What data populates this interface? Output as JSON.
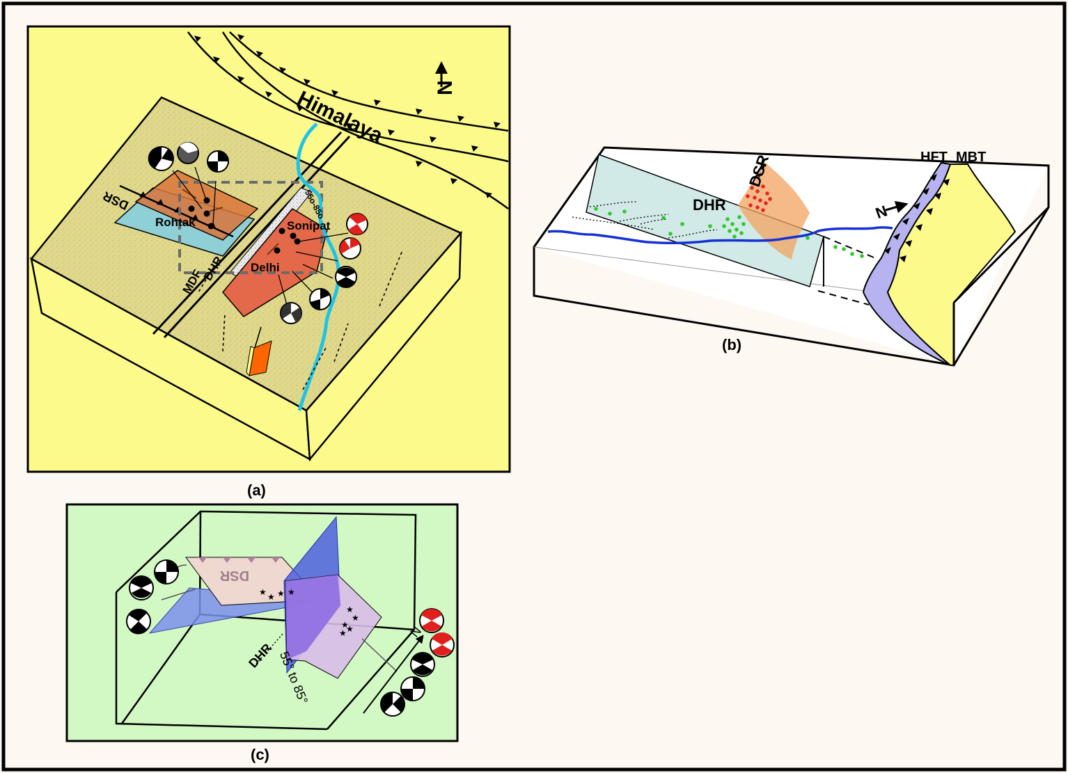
{
  "figure": {
    "panel_a": {
      "caption": "(a)",
      "labels": {
        "himalaya": "Himalaya",
        "north": "N",
        "dsr": "DSR",
        "rohtak": "Rohtak",
        "sonipat": "Sonipat",
        "delhi": "Delhi",
        "mdf": "MDF",
        "dhr": "DHR",
        "dip_range": "55o-85o"
      }
    },
    "panel_b": {
      "caption": "(b)",
      "labels": {
        "hft": "HFT",
        "mbt": "MBT",
        "dsr": "DSR",
        "dhr": "DHR",
        "north": "N"
      }
    },
    "panel_c": {
      "caption": "(c)",
      "labels": {
        "dsr": "DSR",
        "dhr": "DHR",
        "dip": "55° to 85°",
        "north": "N"
      }
    },
    "colors": {
      "panel_a_bg": "#fdfa8c",
      "panel_c_bg": "#d2f8c4",
      "river_a": "#1ec4e6",
      "river_b": "#1530d6",
      "dsr_plane": "#d9743a",
      "dhr_plane": "#e4694a",
      "teal_plane": "#8fd0d6",
      "mbt_band": "#b7b3f0",
      "beachball_red": "#e0201c",
      "quake_green": "#2ec82e",
      "quake_red": "#e6261e"
    }
  }
}
